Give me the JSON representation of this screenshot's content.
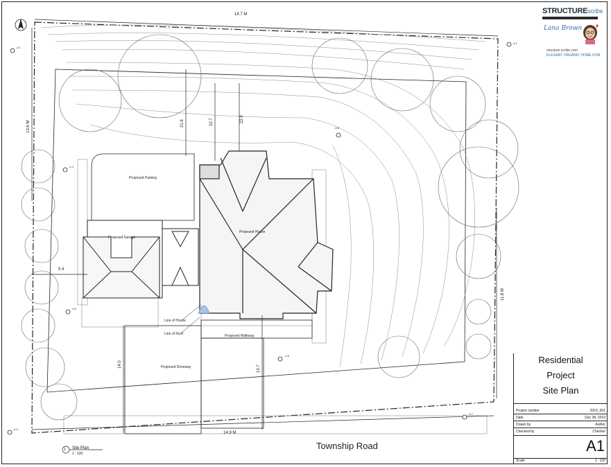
{
  "logo": {
    "brand_main": "STRUCTURE",
    "brand_sub": "scribe",
    "signature": "Lana Brown",
    "url_primary": "structure.scribe.com",
    "url_secondary": "ELEGANT ORGANIC HOME.COM"
  },
  "dimensions": {
    "top": "14.7 M",
    "bottom": "14.9 M",
    "left": "13.6 M",
    "right": "11.8 M",
    "setback_1": "21.6",
    "setback_2": "22.7",
    "setback_3": "22.9",
    "side_gap": "5.4",
    "driveway_len": "14.0",
    "walk_len": "10.7"
  },
  "spot_elevations": {
    "sp1": "-4.1",
    "sp2": "-4.1",
    "sp3": "-4.6",
    "sp4": "-4.4",
    "sp5": "-4.6",
    "sp6": "-4.6",
    "sp7": "-4.6",
    "sp8": "-4.7"
  },
  "labels": {
    "parking": "Proposed Parking",
    "garage": "Proposed Garage",
    "house": "Proposed House",
    "line_house": "Line of House",
    "line_roof": "Line of Roof",
    "walkway": "Proposed Walkway",
    "driveway": "Proposed Driveway",
    "road": "Township Road"
  },
  "view_tag": {
    "number": "1",
    "title": "Site Plan",
    "scale": "1 : 120"
  },
  "title_block": {
    "line1": "Residential",
    "line2": "Project",
    "line3": "Site Plan",
    "rows": [
      {
        "key": "Project number",
        "value": "2015_001"
      },
      {
        "key": "Date",
        "value": "Dec 28, 2019"
      },
      {
        "key": "Drawn by",
        "value": "Author"
      },
      {
        "key": "Checked by",
        "value": "Checker"
      }
    ],
    "sheet_number": "A1",
    "scale_key": "Scale",
    "scale_value": "1 : 120"
  }
}
